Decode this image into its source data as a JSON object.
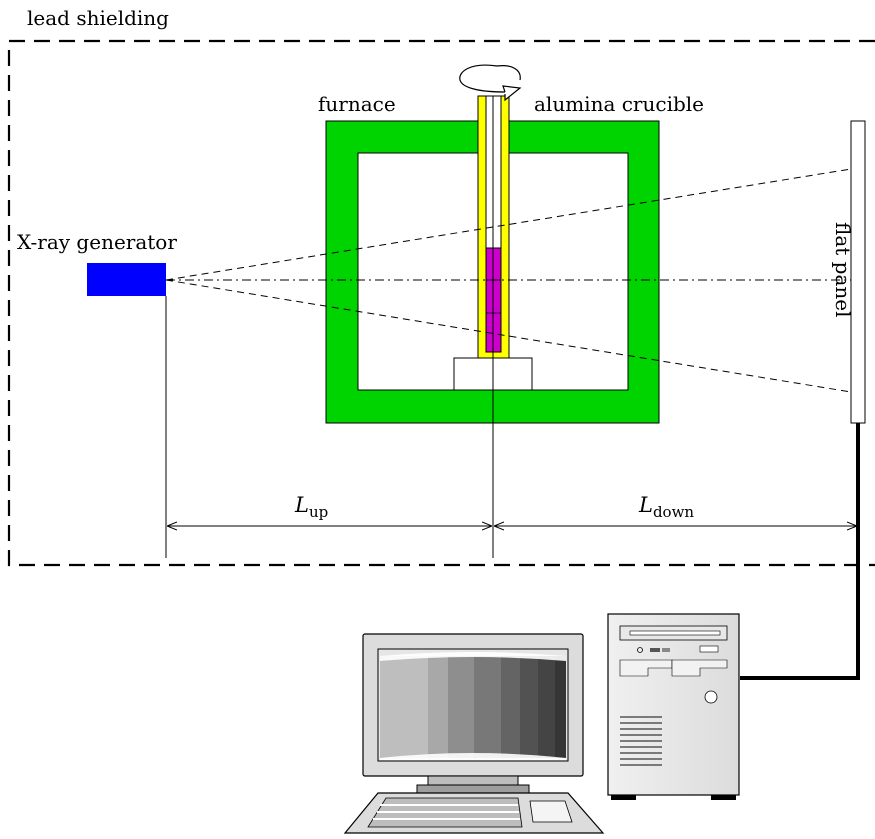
{
  "labels": {
    "lead_shielding": "lead shielding",
    "furnace": "furnace",
    "alumina_crucible": "alumina crucible",
    "xray_generator": "X-ray generator",
    "flat_panel": "flat panel"
  },
  "dimensions": {
    "l_up": {
      "symbol": "L",
      "subscript": "up"
    },
    "l_down": {
      "symbol": "L",
      "subscript": "down"
    }
  },
  "colors": {
    "furnace": "#00d400",
    "crucible": "#ffff00",
    "sample": "#cc00cc",
    "xray_generator": "#0000ff",
    "shielding": "#000000"
  },
  "icons": {
    "rotation": "rotation-arrow-icon",
    "monitor": "monitor-icon",
    "keyboard": "keyboard-icon",
    "pc": "desktop-tower-icon"
  }
}
